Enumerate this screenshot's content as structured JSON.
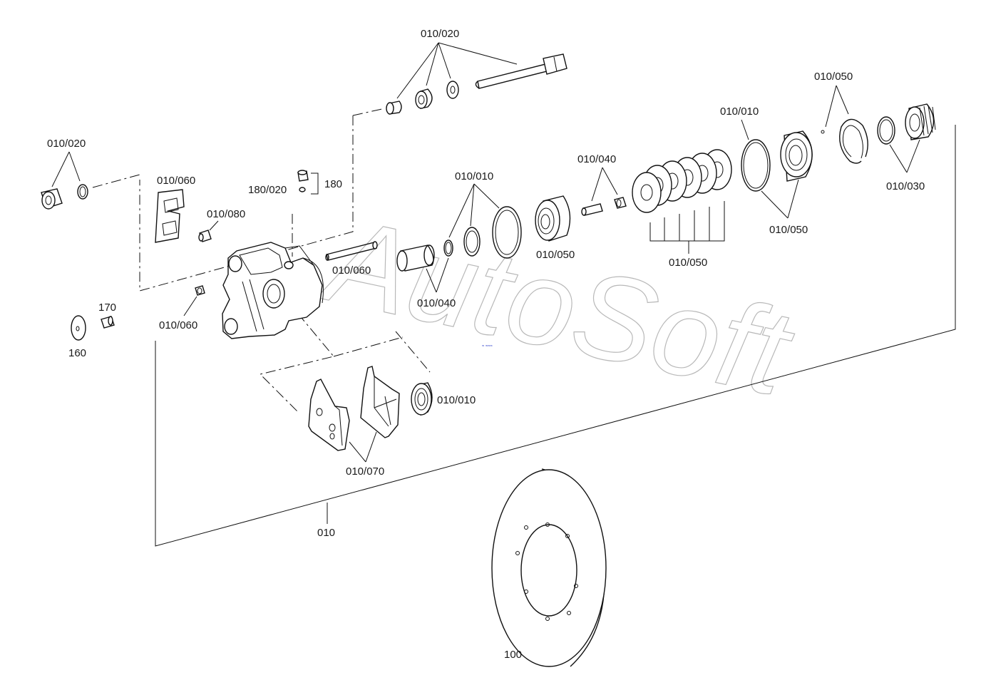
{
  "watermark": {
    "text": "AutoSoft"
  },
  "labels": {
    "ref_010_020_top": "010/020",
    "ref_010_020_left": "010/020",
    "ref_010_060_top": "010/060",
    "ref_010_080": "010/080",
    "ref_180_020": "180/020",
    "ref_180": "180",
    "ref_010_060_mid": "010/060",
    "ref_010_060_low": "010/060",
    "ref_170": "170",
    "ref_160": "160",
    "ref_010_010_mid": "010/010",
    "ref_010_040_mid": "010/040",
    "ref_010_010_low": "010/010",
    "ref_010_070": "010/070",
    "ref_010_040_right": "010/040",
    "ref_010_050_piston": "010/050",
    "ref_010_050_stack": "010/050",
    "ref_010_010_oring": "010/010",
    "ref_010_050_seal": "010/050",
    "ref_010_050_clip": "010/050",
    "ref_010_030": "010/030",
    "ref_010": "010",
    "ref_100": "100"
  },
  "colors": {
    "line": "#111111",
    "watermark": "#b8b8b8",
    "background": "#ffffff"
  }
}
